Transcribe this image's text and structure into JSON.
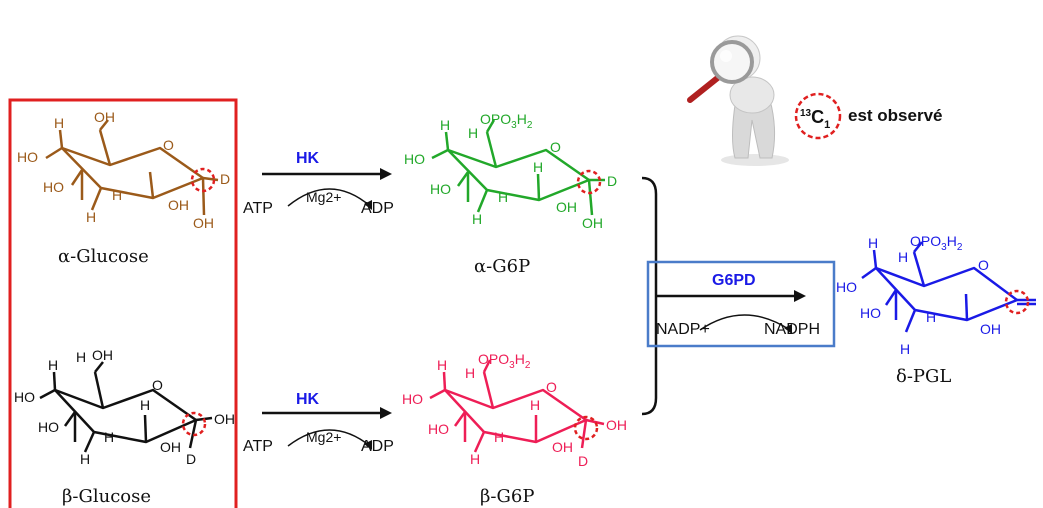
{
  "colors": {
    "box_red": "#e02020",
    "box_blue": "#4a7cc9",
    "glucose_alpha": "#9b5a1a",
    "glucose_beta": "#111111",
    "g6p_alpha": "#22a82a",
    "g6p_beta": "#ee1e56",
    "pgl": "#1a1ae6",
    "enzyme": "#1a1ae6",
    "label_circle": "#e02020"
  },
  "molecules": {
    "alpha_glucose": {
      "name": "α-Glucose",
      "atoms": {
        "h1": "H",
        "oh1": "OH",
        "ho1": "HO",
        "o": "O",
        "ho2": "HO",
        "h2": "H",
        "oh2": "OH",
        "d": "D",
        "h3": "H",
        "oh3": "OH"
      }
    },
    "beta_glucose": {
      "name": "β-Glucose",
      "atoms": {
        "h1": "H",
        "h1b": "H",
        "oh1": "OH",
        "ho1": "HO",
        "o": "O",
        "h2": "H",
        "ho2": "HO",
        "h3": "H",
        "oh2": "OH",
        "h4": "H",
        "oh3": "OH",
        "d": "D"
      }
    },
    "alpha_g6p": {
      "name": "α-G6P",
      "atoms": {
        "opo3h2": "OPO3H2",
        "h1": "H",
        "h1b": "H",
        "ho1": "HO",
        "h2": "H",
        "o": "O",
        "ho2": "HO",
        "h3": "H",
        "oh2": "OH",
        "d": "D",
        "h4": "H",
        "oh3": "OH"
      }
    },
    "beta_g6p": {
      "name": "β-G6P",
      "atoms": {
        "opo3h2": "OPO3H2",
        "h1": "H",
        "h1b": "H",
        "ho1": "HO",
        "h2": "H",
        "o": "O",
        "ho2": "HO",
        "h3": "H",
        "oh2": "OH",
        "oh1": "OH",
        "h4": "H",
        "d": "D"
      }
    },
    "pgl": {
      "name": "δ-PGL",
      "atoms": {
        "opo3h2": "OPO3H2",
        "h1": "H",
        "h1b": "H",
        "ho1": "HO",
        "o": "O",
        "ho2": "HO",
        "h2": "H",
        "oh2": "OH",
        "h3": "H"
      }
    }
  },
  "reactions": {
    "hk_top": {
      "enzyme": "HK",
      "cofactor": "Mg2+",
      "substrate": "ATP",
      "product": "ADP"
    },
    "hk_bottom": {
      "enzyme": "HK",
      "cofactor": "Mg2+",
      "substrate": "ATP",
      "product": "ADP"
    },
    "g6pd": {
      "enzyme": "G6PD",
      "substrate": "NADP+",
      "product": "NADPH"
    }
  },
  "observation": {
    "isotope_mass": "13",
    "isotope_element": "C",
    "isotope_position": "1",
    "text": "est observé"
  },
  "icons": {
    "observer": "magnifier-figure-icon"
  }
}
